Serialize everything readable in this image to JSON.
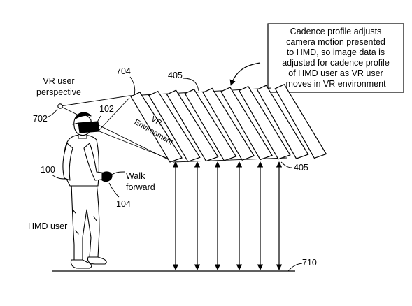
{
  "callout": {
    "lines": [
      "Cadence profile adjusts",
      "camera motion presented",
      "to HMD, so image data is",
      "adjusted for cadence profile",
      "of HMD user as VR user",
      "moves in VR environment"
    ]
  },
  "labels": {
    "vr_user_line1": "VR user",
    "vr_user_line2": "perspective",
    "ref_702": "702",
    "ref_704": "704",
    "ref_405_top": "405",
    "ref_405_right": "405",
    "ref_102": "102",
    "ref_100": "100",
    "ref_104": "104",
    "ref_710": "710",
    "walk_line1": "Walk",
    "walk_line2": "forward",
    "hmd_user": "HMD user",
    "vr_env_line1": "VR",
    "vr_env_line2": "Environment"
  }
}
